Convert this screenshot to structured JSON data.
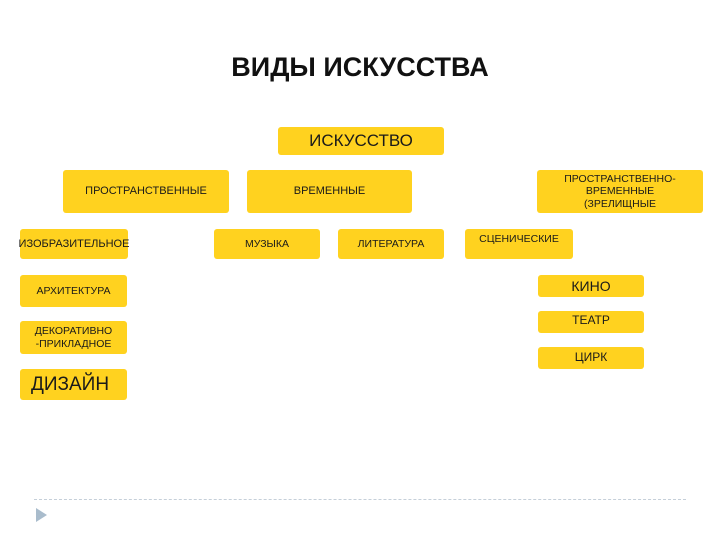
{
  "title": "ВИДЫ ИСКУССТВА",
  "root": "ИСКУССТВО",
  "categories": {
    "spatial": "ПРОСТРАНСТВЕННЫЕ",
    "temporal": "ВРЕМЕННЫЕ",
    "spatiotemporal_lines": [
      "ПРОСТРАНСТВЕННО-",
      "ВРЕМЕННЫЕ",
      "(ЗРЕЛИЩНЫЕ"
    ]
  },
  "spatial_items": {
    "fine_art": "ИЗОБРАЗИТЕЛЬНОЕ",
    "architecture": "АРХИТЕКТУРА",
    "decorative_lines": [
      "ДЕКОРАТИВНО",
      "-ПРИКЛАДНОЕ"
    ],
    "design": "ДИЗАЙН"
  },
  "temporal_items": {
    "music": "МУЗЫКА",
    "literature": "ЛИТЕРАТУРА"
  },
  "spectacle_items": {
    "stage": "СЦЕНИЧЕСКИЕ",
    "cinema": "КИНО",
    "theatre": "ТЕАТР",
    "circus": "ЦИРК"
  },
  "colors": {
    "box_fill": "#ffd21f",
    "footer_line": "#c5cfd9",
    "footer_arrow": "#a9bccc"
  }
}
